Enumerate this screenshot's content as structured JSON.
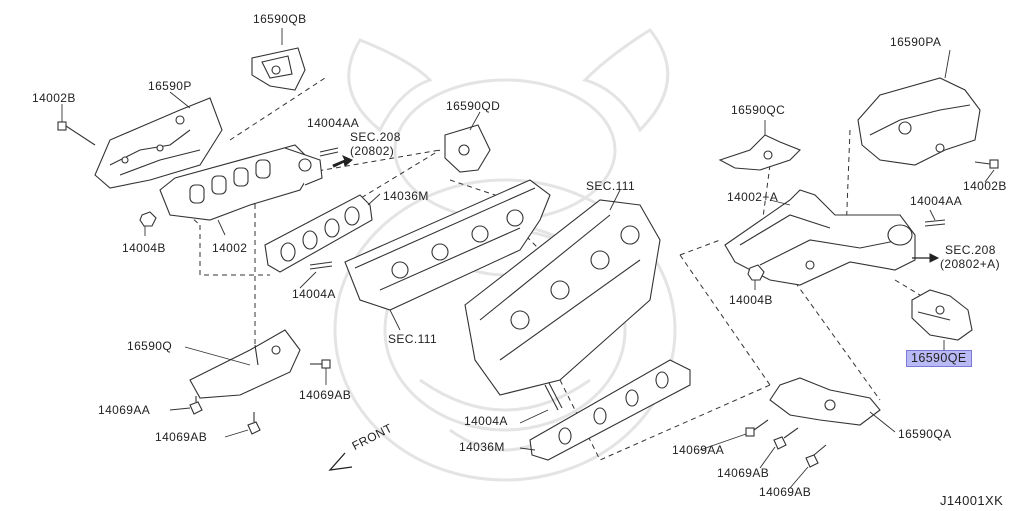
{
  "diagram": {
    "diagram_id": "J14001XK",
    "highlighted_part": "16590QE",
    "labels": {
      "p16590qb": "16590QB",
      "p16590p": "16590P",
      "p14002b_left": "14002B",
      "p14004aa_left": "14004AA",
      "sec208_left": "SEC.208",
      "sec208_left_ref": "(20802)",
      "p16590qd": "16590QD",
      "p14036m_top": "14036M",
      "p14004b_left": "14004B",
      "p14002": "14002",
      "p14004a_top": "14004A",
      "sec111_left": "SEC.111",
      "sec111_center": "SEC.111",
      "p16590q": "16590Q",
      "p14069ab_mid": "14069AB",
      "p14069aa_left": "14069AA",
      "p14069ab_left": "14069AB",
      "p14004a_bottom": "14004A",
      "p14036m_bottom": "14036M",
      "front": "FRONT",
      "p16590pa": "16590PA",
      "p16590qc": "16590QC",
      "p14002_plus_a": "14002+A",
      "p14002b_right": "14002B",
      "p14004aa_right": "14004AA",
      "sec208_right": "SEC.208",
      "sec208_right_ref": "(20802+A)",
      "p14004b_right": "14004B",
      "p16590qe": "16590QE",
      "p14069aa_right": "14069AA",
      "p14069ab_right1": "14069AB",
      "p16590qa": "16590QA",
      "p14069ab_right2": "14069AB"
    },
    "colors": {
      "line": "#333333",
      "highlight_bg": "#b9b9f5",
      "watermark": "#e6e6e6"
    }
  }
}
